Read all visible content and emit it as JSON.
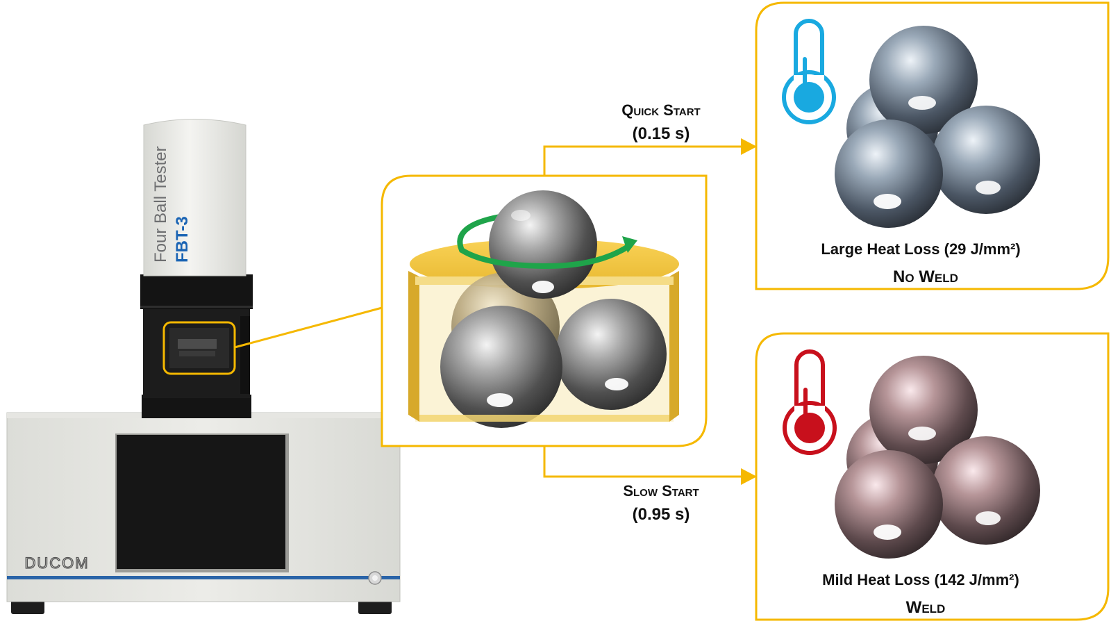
{
  "machine": {
    "name_line1": "Four Ball Tester",
    "name_line2": "FBT-3",
    "brand": "DUCOM"
  },
  "paths": {
    "quick": {
      "label": "Quick Start",
      "time": "(0.15 s)"
    },
    "slow": {
      "label": "Slow Start",
      "time": "(0.95 s)"
    }
  },
  "results": {
    "top": {
      "heat_loss": "Large Heat Loss (29 J/mm²)",
      "outcome": "No Weld",
      "thermometer": "thermometer-cold-icon"
    },
    "bottom": {
      "heat_loss": "Mild Heat Loss (142 J/mm²)",
      "outcome": "Weld",
      "thermometer": "thermometer-hot-icon"
    }
  },
  "colors": {
    "accent": "#F5B800",
    "cold": "#19A9E0",
    "hot": "#C8101C",
    "rotation_arrow": "#1FA44A",
    "brand_blue": "#1A64B4"
  }
}
